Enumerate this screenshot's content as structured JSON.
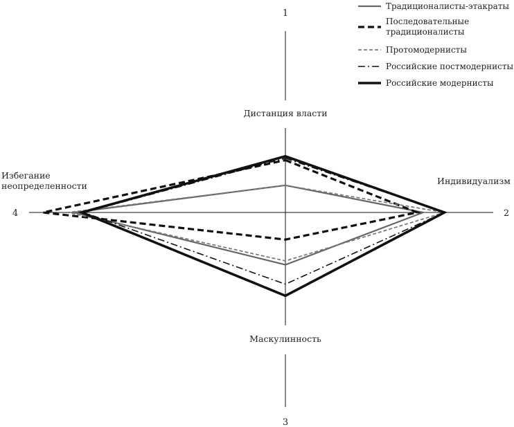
{
  "chart_data": {
    "type": "radar",
    "title": "",
    "scale": {
      "min": 0,
      "max": 1
    },
    "axes": [
      {
        "index": "1",
        "label": [
          "Дистанция власти"
        ]
      },
      {
        "index": "2",
        "label": [
          "Индивидуализм"
        ]
      },
      {
        "index": "3",
        "label": [
          "Маскулинность"
        ]
      },
      {
        "index": "4",
        "label": [
          "Избегание",
          "неопределенности"
        ]
      }
    ],
    "series": [
      {
        "name": [
          "Традиционалисты-этакраты"
        ],
        "style": "solid-gray",
        "values": [
          0.14,
          0.71,
          0.27,
          1.09
        ]
      },
      {
        "name": [
          "Последовательные",
          "традиционалисты"
        ],
        "style": "dashed-black",
        "values": [
          0.27,
          0.68,
          0.14,
          1.25
        ]
      },
      {
        "name": [
          "Протомодернисты"
        ],
        "style": "dashed-gray",
        "values": [
          0.14,
          0.82,
          0.25,
          1.12
        ]
      },
      {
        "name": [
          "Российские постмодернисты"
        ],
        "style": "dashdot-black",
        "values": [
          0.28,
          0.82,
          0.37,
          1.04
        ]
      },
      {
        "name": [
          "Российские модернисты"
        ],
        "style": "solid-thick-black",
        "values": [
          0.29,
          0.82,
          0.43,
          1.05
        ]
      }
    ],
    "legend": "top-right",
    "colors": {
      "black": "#111111",
      "gray": "#666666",
      "light_gray": "#7a7a7a"
    }
  }
}
